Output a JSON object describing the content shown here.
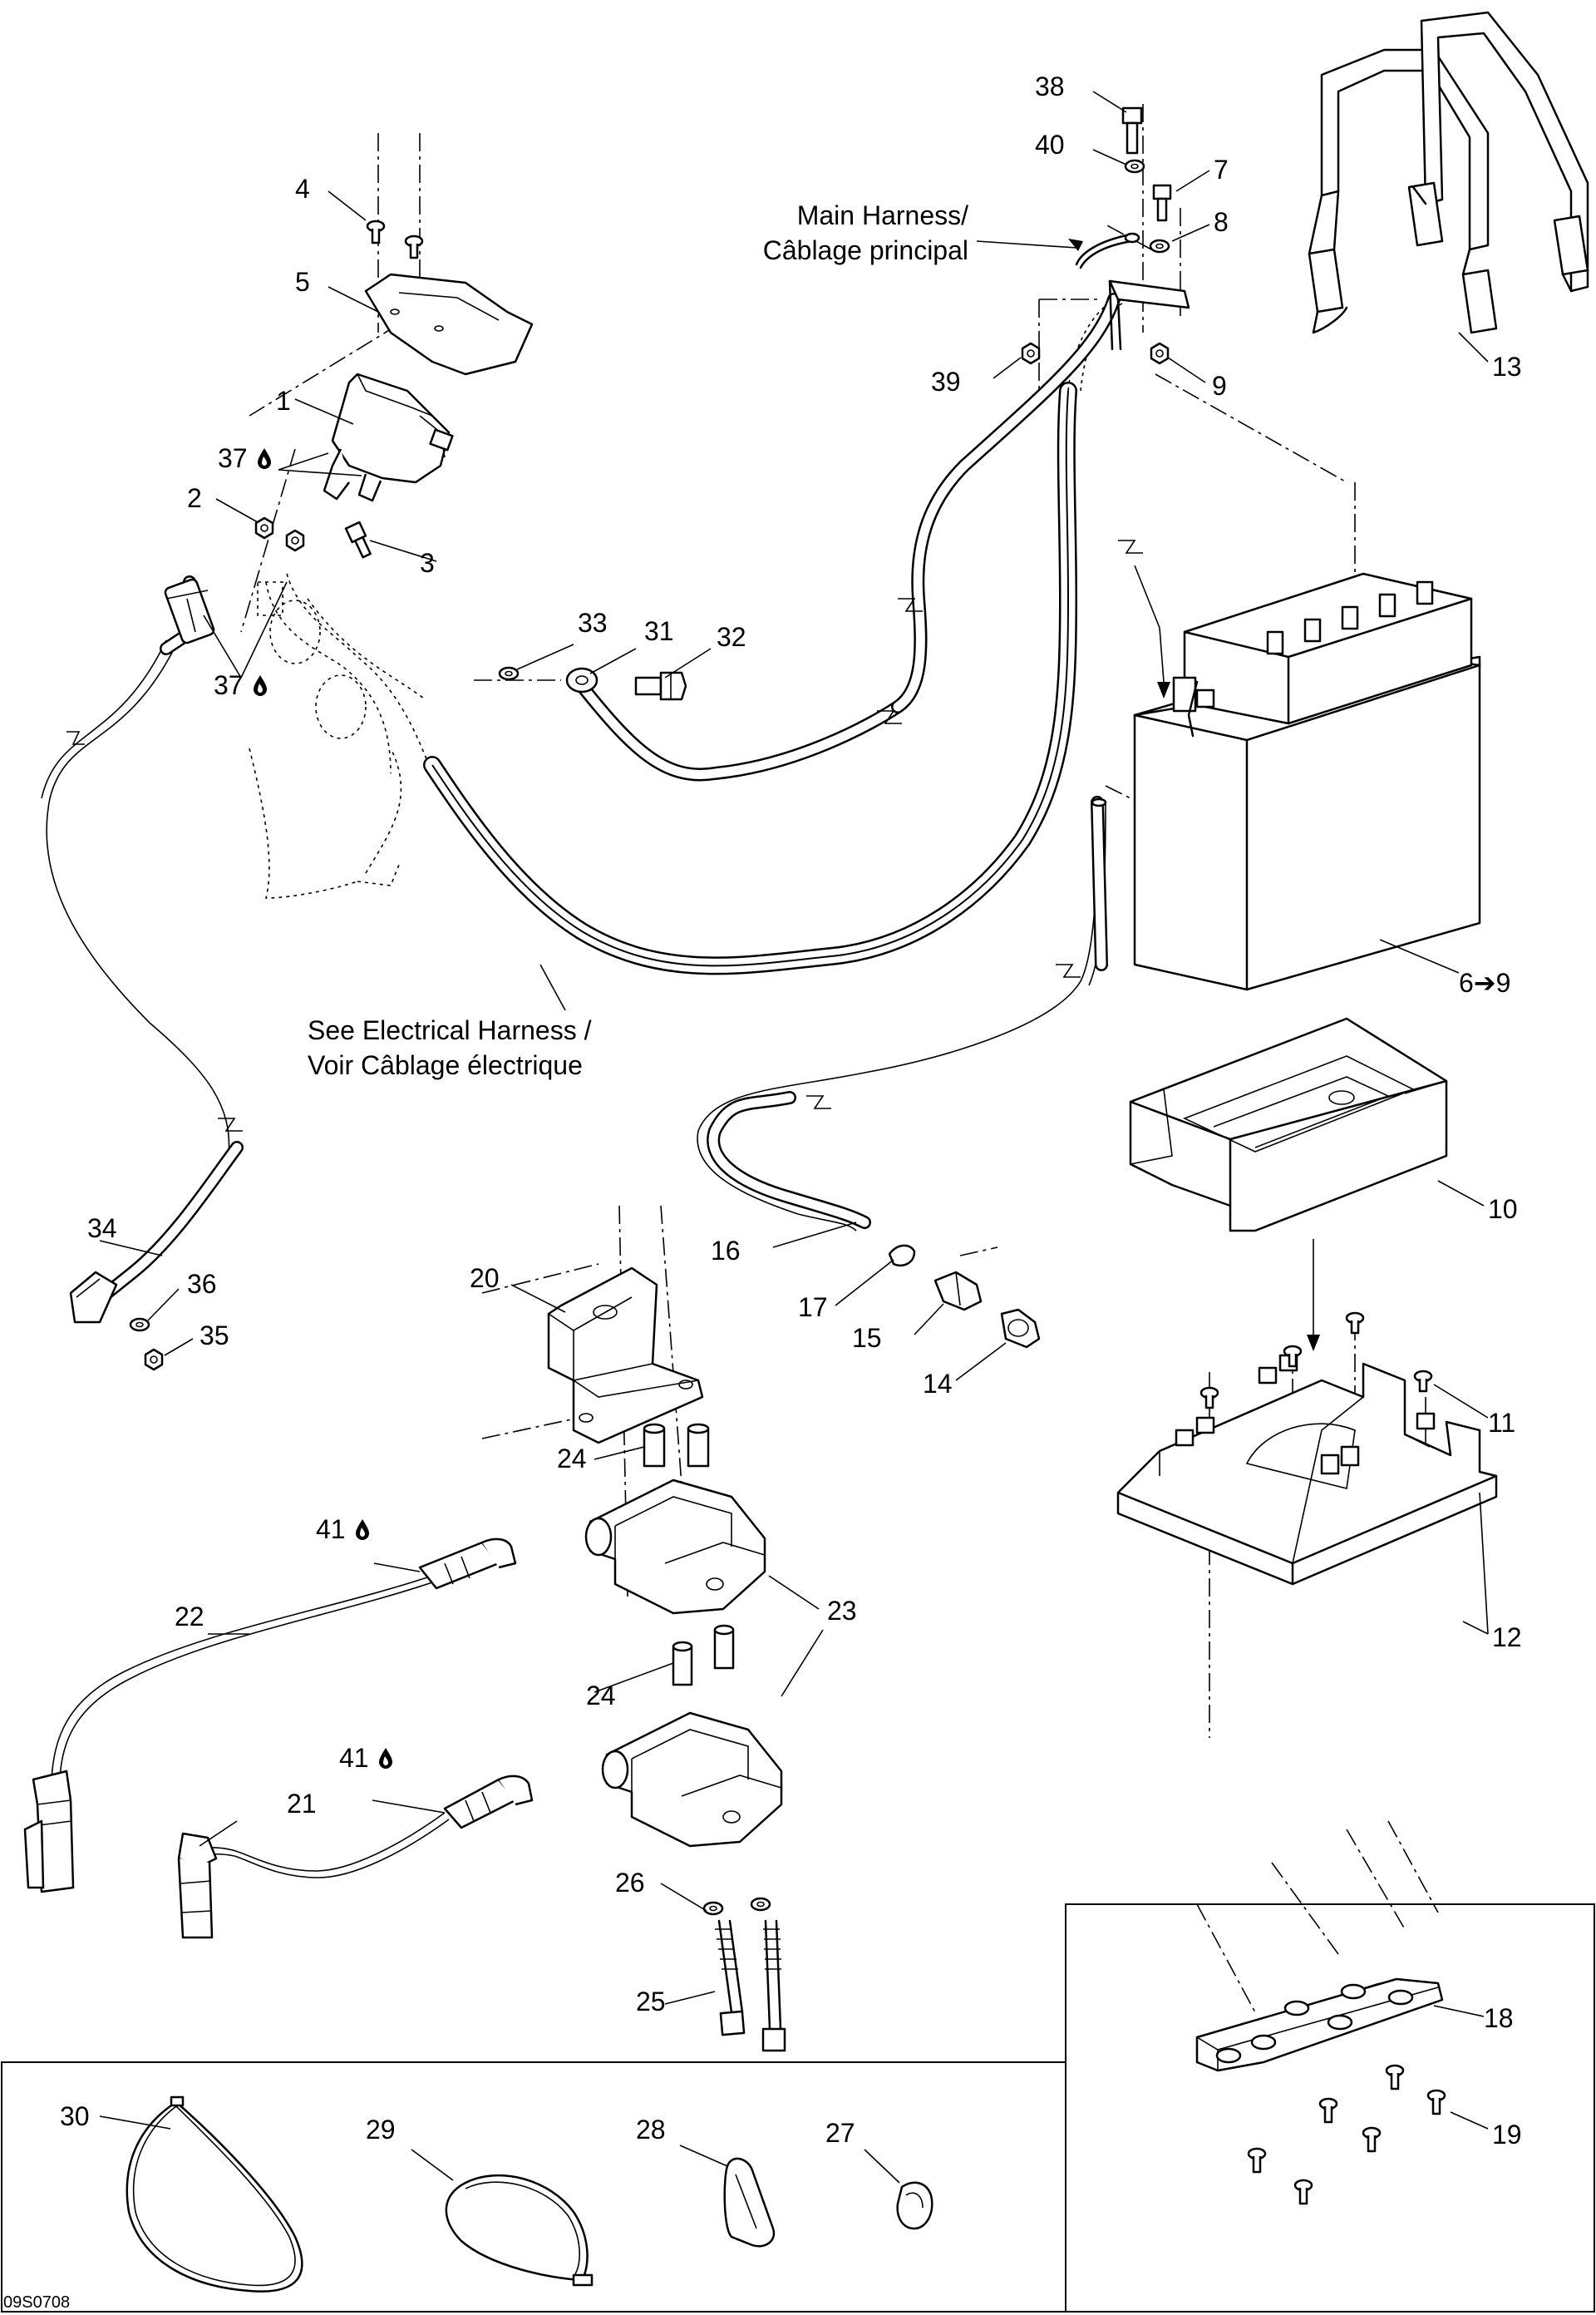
{
  "diagram_code": "09S0708",
  "notes": {
    "main_harness_en": "Main Harness/",
    "main_harness_fr": "Câblage principal",
    "see_harness_en": "See Electrical Harness /",
    "see_harness_fr": "Voir Câblage électrique"
  },
  "callouts": {
    "c1": "1",
    "c2": "2",
    "c3": "3",
    "c4": "4",
    "c5": "5",
    "c6": "6➔9",
    "c7": "7",
    "c8": "8",
    "c9": "9",
    "c10": "10",
    "c11": "11",
    "c12": "12",
    "c13": "13",
    "c14": "14",
    "c15": "15",
    "c16": "16",
    "c17": "17",
    "c18": "18",
    "c19": "19",
    "c20": "20",
    "c21": "21",
    "c22": "22",
    "c23": "23",
    "c24a": "24",
    "c24b": "24",
    "c25": "25",
    "c26": "26",
    "c27": "27",
    "c28": "28",
    "c29": "29",
    "c30": "30",
    "c31": "31",
    "c32": "32",
    "c33": "33",
    "c34": "34",
    "c35": "35",
    "c36": "36",
    "c37a": "37",
    "c37b": "37",
    "c38": "38",
    "c39": "39",
    "c40": "40",
    "c41a": "41",
    "c41b": "41"
  },
  "icons": {
    "lubricant": "drop-icon"
  }
}
